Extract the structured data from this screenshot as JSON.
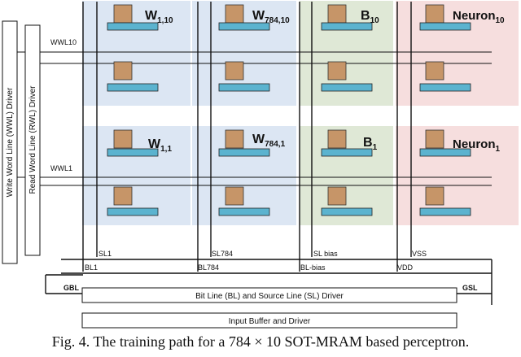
{
  "drivers": {
    "wwl": "Write Word Line (WWL) Driver",
    "rwl": "Read Word Line (RWL) Driver",
    "blsl": "Bit Line (BL) and Source Line (SL) Driver",
    "input": "Input Buffer and Driver"
  },
  "rows": {
    "top": {
      "wordline": "WWL10"
    },
    "bottom": {
      "wordline": "WWL1"
    }
  },
  "cells": {
    "top": {
      "w1": {
        "main": "W",
        "sub": "1,10"
      },
      "w784": {
        "main": "W",
        "sub": "784,10"
      },
      "bias": {
        "main": "B",
        "sub": "10"
      },
      "neuron": {
        "main": "Neuron",
        "sub": "10"
      }
    },
    "bottom": {
      "w1": {
        "main": "W",
        "sub": "1,1"
      },
      "w784": {
        "main": "W",
        "sub": "784,1"
      },
      "bias": {
        "main": "B",
        "sub": "1"
      },
      "neuron": {
        "main": "Neuron",
        "sub": "1"
      }
    }
  },
  "lines": {
    "sl1": "SL1",
    "bl1": "BL1",
    "sl784": "SL784",
    "bl784": "BL784",
    "slbias": "SL bias",
    "blbias": "BL-bias",
    "vss": "VSS",
    "vdd": "VDD",
    "gbl": "GBL",
    "gsl": "GSL"
  },
  "caption": "Fig. 4.  The training path for a 784 × 10 SOT-MRAM based perceptron.",
  "colors": {
    "weight_bg": "#dce6f3",
    "bias_bg": "#dfe8d6",
    "neuron_bg": "#f6dede",
    "mtj_brown": "#c69568",
    "channel_blue": "#5bb3cf"
  }
}
